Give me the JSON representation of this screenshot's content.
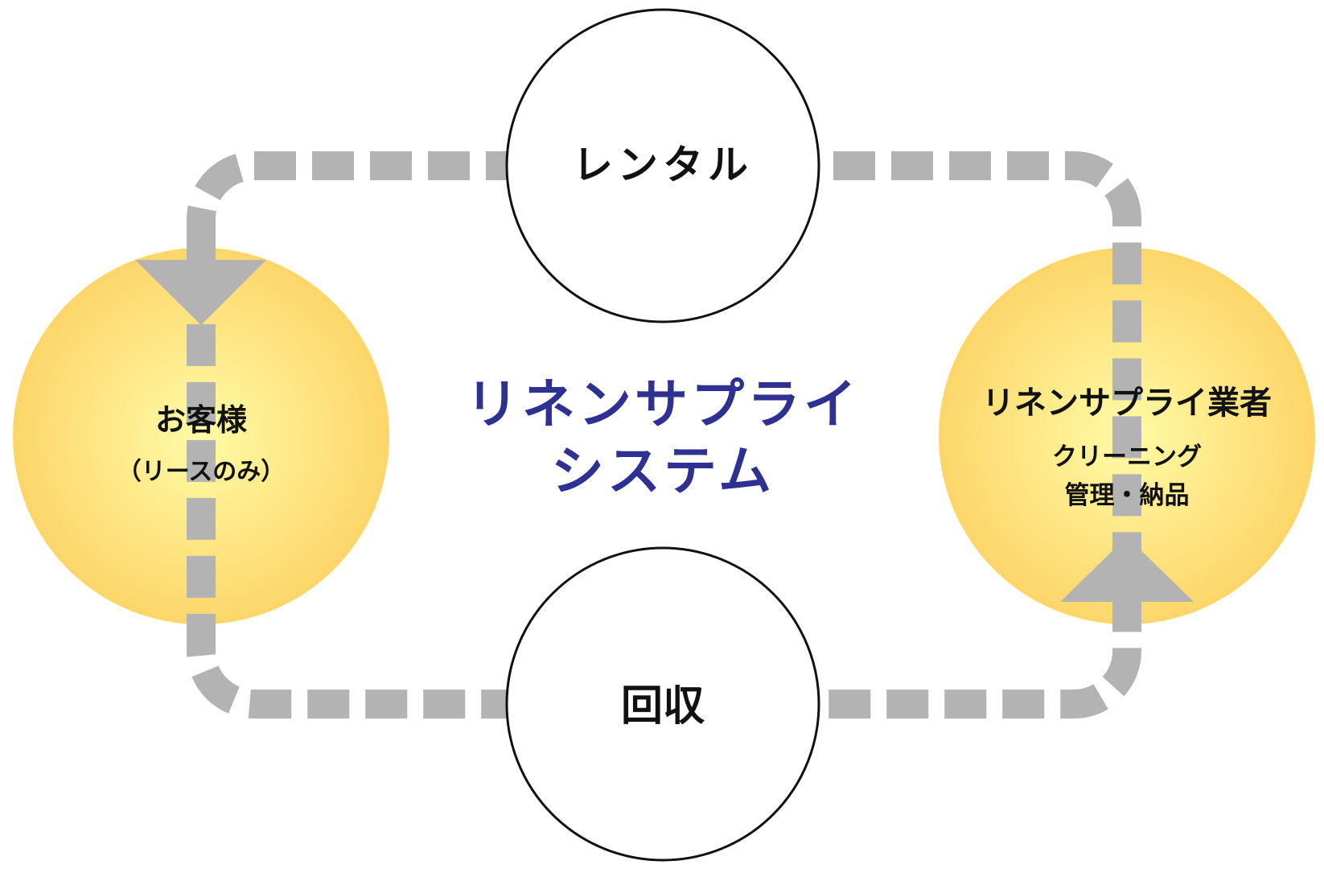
{
  "title": {
    "line1": "リネンサプライ",
    "line2": "システム"
  },
  "nodes": {
    "customer": {
      "label": "お客様",
      "sub": "（リースのみ）"
    },
    "supplier": {
      "label": "リネンサプライ業者",
      "sub1": "クリーニング",
      "sub2": "管理・納品"
    },
    "rental": {
      "label": "レンタル"
    },
    "collection": {
      "label": "回収"
    }
  },
  "colors": {
    "title": "#2e3192",
    "path": "#b3b3b3",
    "node_center": "#fffba6",
    "node_edge": "#fdd66a"
  }
}
